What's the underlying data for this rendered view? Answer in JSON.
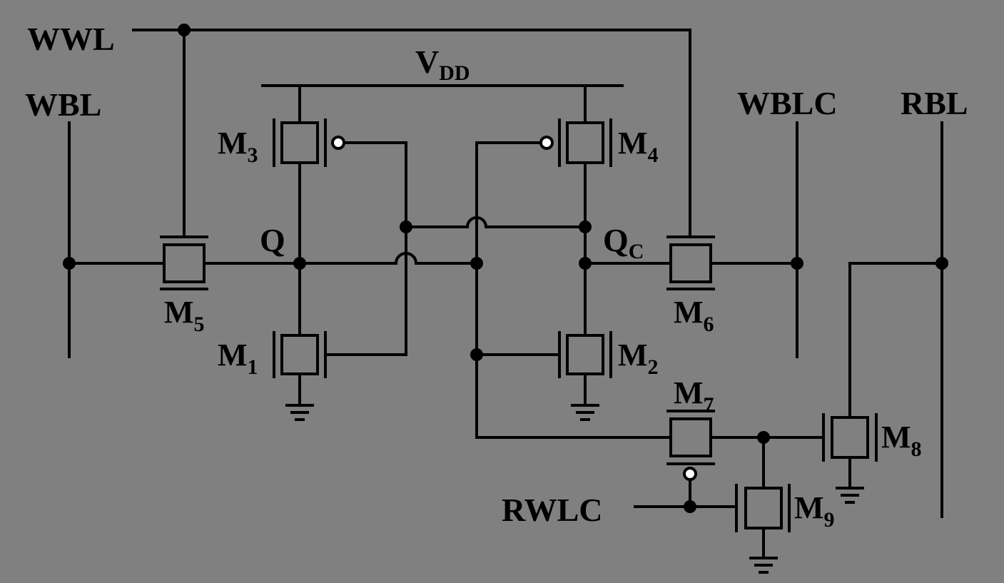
{
  "colors": {
    "background": "#808080",
    "wire": "#000000",
    "bubble": "#ffffff"
  },
  "signals": {
    "wwl": "WWL",
    "wbl": "WBL",
    "wblc": "WBLC",
    "rbl": "RBL",
    "rwlc": "RWLC"
  },
  "supply": {
    "name": "V",
    "sub": "DD"
  },
  "nodes": {
    "q": "Q",
    "qc_name": "Q",
    "qc_sub": "C"
  },
  "transistors": [
    {
      "name": "M",
      "sub": "1"
    },
    {
      "name": "M",
      "sub": "2"
    },
    {
      "name": "M",
      "sub": "3"
    },
    {
      "name": "M",
      "sub": "4"
    },
    {
      "name": "M",
      "sub": "5"
    },
    {
      "name": "M",
      "sub": "6"
    },
    {
      "name": "M",
      "sub": "7"
    },
    {
      "name": "M",
      "sub": "8"
    },
    {
      "name": "M",
      "sub": "9"
    }
  ]
}
